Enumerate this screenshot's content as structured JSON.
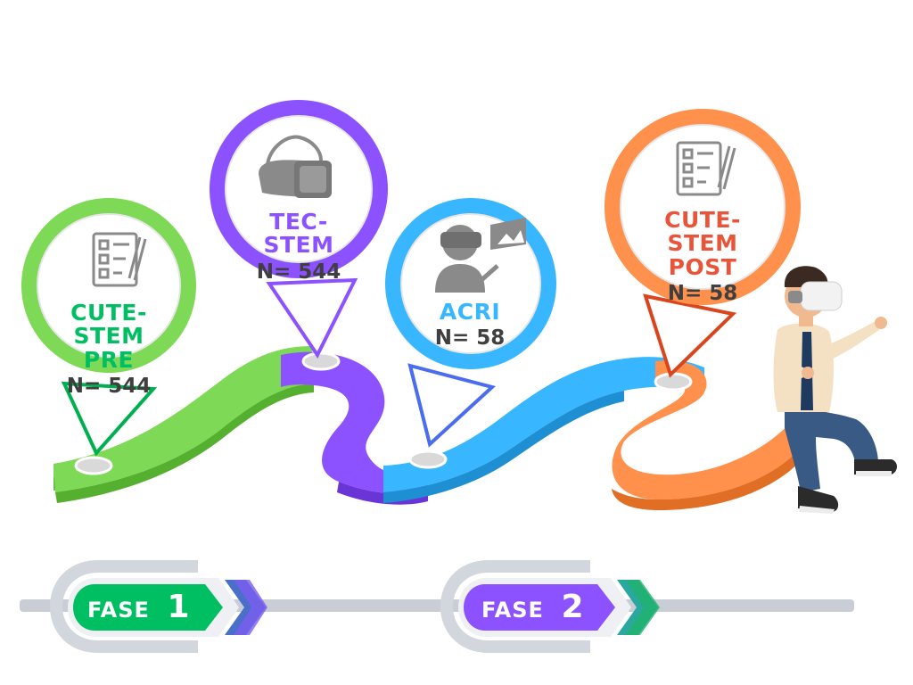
{
  "colors": {
    "green": "#7ed957",
    "green_dark": "#00b050",
    "purple": "#8c52ff",
    "blue": "#38b6ff",
    "orange": "#ff914d",
    "title_green": "#00bf63",
    "title_purple": "#8c52ff",
    "title_blue": "#38b6ff",
    "title_red": "#e8553a",
    "track_gray": "#c9ced6"
  },
  "stages": [
    {
      "title_lines": [
        "CUTE-STEM",
        "PRE"
      ],
      "n": "N= 544",
      "icon": "checklist-icon"
    },
    {
      "title_lines": [
        "TEC-STEM"
      ],
      "n": "N= 544",
      "icon": "vr-headset-icon"
    },
    {
      "title_lines": [
        "ACRI"
      ],
      "n": "N= 58",
      "icon": "vr-user-icon"
    },
    {
      "title_lines": [
        "CUTE-STEM",
        "POST"
      ],
      "n": "N= 58",
      "icon": "checklist-icon"
    }
  ],
  "phases": [
    {
      "label": "FASE",
      "number": "1"
    },
    {
      "label": "FASE",
      "number": "2"
    }
  ]
}
